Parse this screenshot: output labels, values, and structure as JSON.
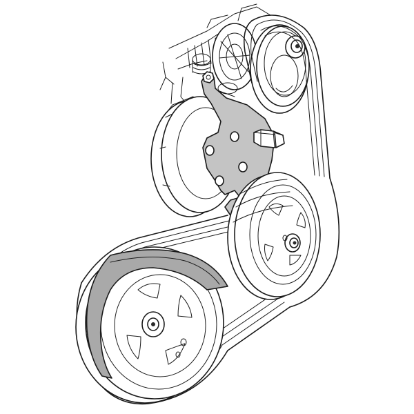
{
  "colors": {
    "background": "#ffffff",
    "line": "#1a1a1a",
    "highlight_fill": "#a9a9a9",
    "bracket_fill": "#c4c4c4"
  },
  "parts": [
    "engine-block-background",
    "top-idler-pulley",
    "tensioner-pulley",
    "tensioner-bracket",
    "hex-bolt",
    "power-steering-pulley",
    "crankshaft-pulley",
    "crank-pulley-shield",
    "serpentine-belt"
  ]
}
